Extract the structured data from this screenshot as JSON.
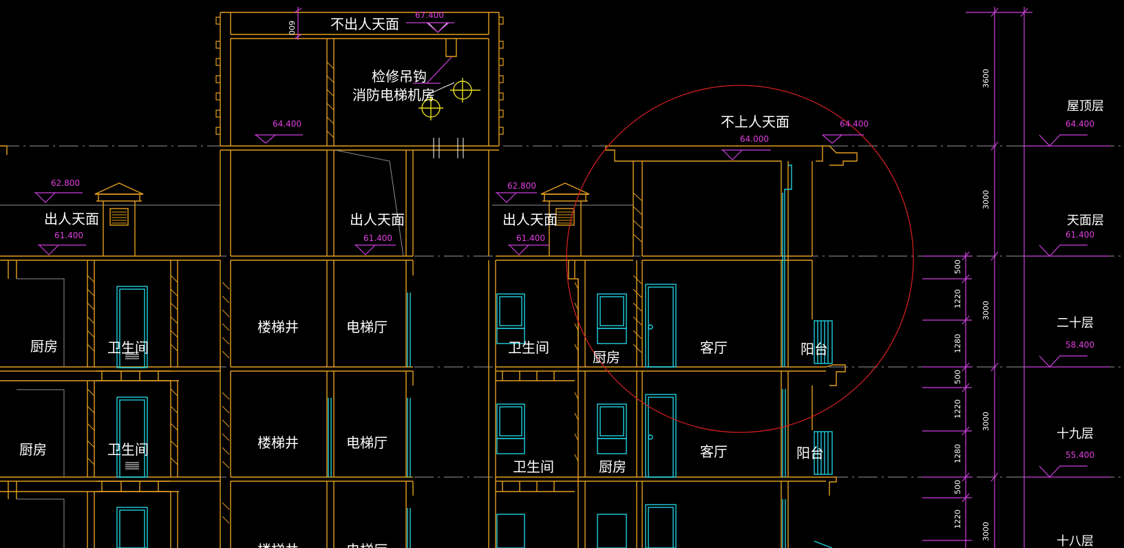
{
  "drawing": {
    "background": "#000000",
    "colors": {
      "walls": "#e6a020",
      "windows": "#20d0e0",
      "dimensions": "#d040e0",
      "text": "#ffffff",
      "cloud": "#d02020",
      "equipment": "#e8e020"
    },
    "roof_labels": [
      {
        "id": "no-access-roof-1",
        "text": "不出人天面"
      },
      {
        "id": "no-access-roof-2",
        "text": "不上人天面"
      },
      {
        "id": "hoist-hook",
        "text": "检修吊钩"
      },
      {
        "id": "fire-elevator-machine-room",
        "text": "消防电梯机房"
      },
      {
        "id": "access-roof-1",
        "text": "出人天面"
      },
      {
        "id": "access-roof-2",
        "text": "出人天面"
      },
      {
        "id": "access-roof-3",
        "text": "出人天面"
      }
    ],
    "elevations": [
      {
        "id": "elev-67400",
        "text": "67.400"
      },
      {
        "id": "elev-64400-a",
        "text": "64.400"
      },
      {
        "id": "elev-64400-b",
        "text": "64.400"
      },
      {
        "id": "elev-64000",
        "text": "64.000"
      },
      {
        "id": "elev-62800-a",
        "text": "62.800"
      },
      {
        "id": "elev-62800-b",
        "text": "62.800"
      },
      {
        "id": "elev-61400-a",
        "text": "61.400"
      },
      {
        "id": "elev-61400-b",
        "text": "61.400"
      },
      {
        "id": "elev-61400-c",
        "text": "61.400"
      },
      {
        "id": "parapet-mark",
        "text": "600"
      }
    ],
    "rooms_floor_20": [
      {
        "id": "kitchen-left",
        "text": "厨房"
      },
      {
        "id": "bath-left",
        "text": "卫生间"
      },
      {
        "id": "stairwell",
        "text": "楼梯井"
      },
      {
        "id": "elevator-hall",
        "text": "电梯厅"
      },
      {
        "id": "bath-mid",
        "text": "卫生间"
      },
      {
        "id": "kitchen-mid",
        "text": "厨房"
      },
      {
        "id": "living-room",
        "text": "客厅"
      },
      {
        "id": "balcony",
        "text": "阳台"
      }
    ],
    "rooms_floor_19": [
      {
        "id": "kitchen-left",
        "text": "厨房"
      },
      {
        "id": "bath-left",
        "text": "卫生间"
      },
      {
        "id": "stairwell",
        "text": "楼梯井"
      },
      {
        "id": "elevator-hall",
        "text": "电梯厅"
      },
      {
        "id": "bath-mid",
        "text": "卫生间"
      },
      {
        "id": "kitchen-mid",
        "text": "厨房"
      },
      {
        "id": "living-room",
        "text": "客厅"
      },
      {
        "id": "balcony",
        "text": "阳台"
      }
    ],
    "rooms_floor_18_partial": [
      {
        "id": "stairwell-partial",
        "text": "楼梯井"
      },
      {
        "id": "elevator-hall-partial",
        "text": "电梯厅"
      }
    ],
    "dimension_chain_outer": [
      "3600",
      "3000",
      "3000",
      "3000",
      "3000"
    ],
    "dimension_chain_inner": [
      "500",
      "1220",
      "1280",
      "500",
      "1220",
      "1280",
      "500",
      "1220"
    ],
    "floor_levels": [
      {
        "name": "屋顶层",
        "elev": "64.400"
      },
      {
        "name": "天面层",
        "elev": "61.400"
      },
      {
        "name": "二十层",
        "elev": "58.400"
      },
      {
        "name": "十九层",
        "elev": "55.400"
      },
      {
        "name": "十八层",
        "elev": ""
      }
    ]
  }
}
